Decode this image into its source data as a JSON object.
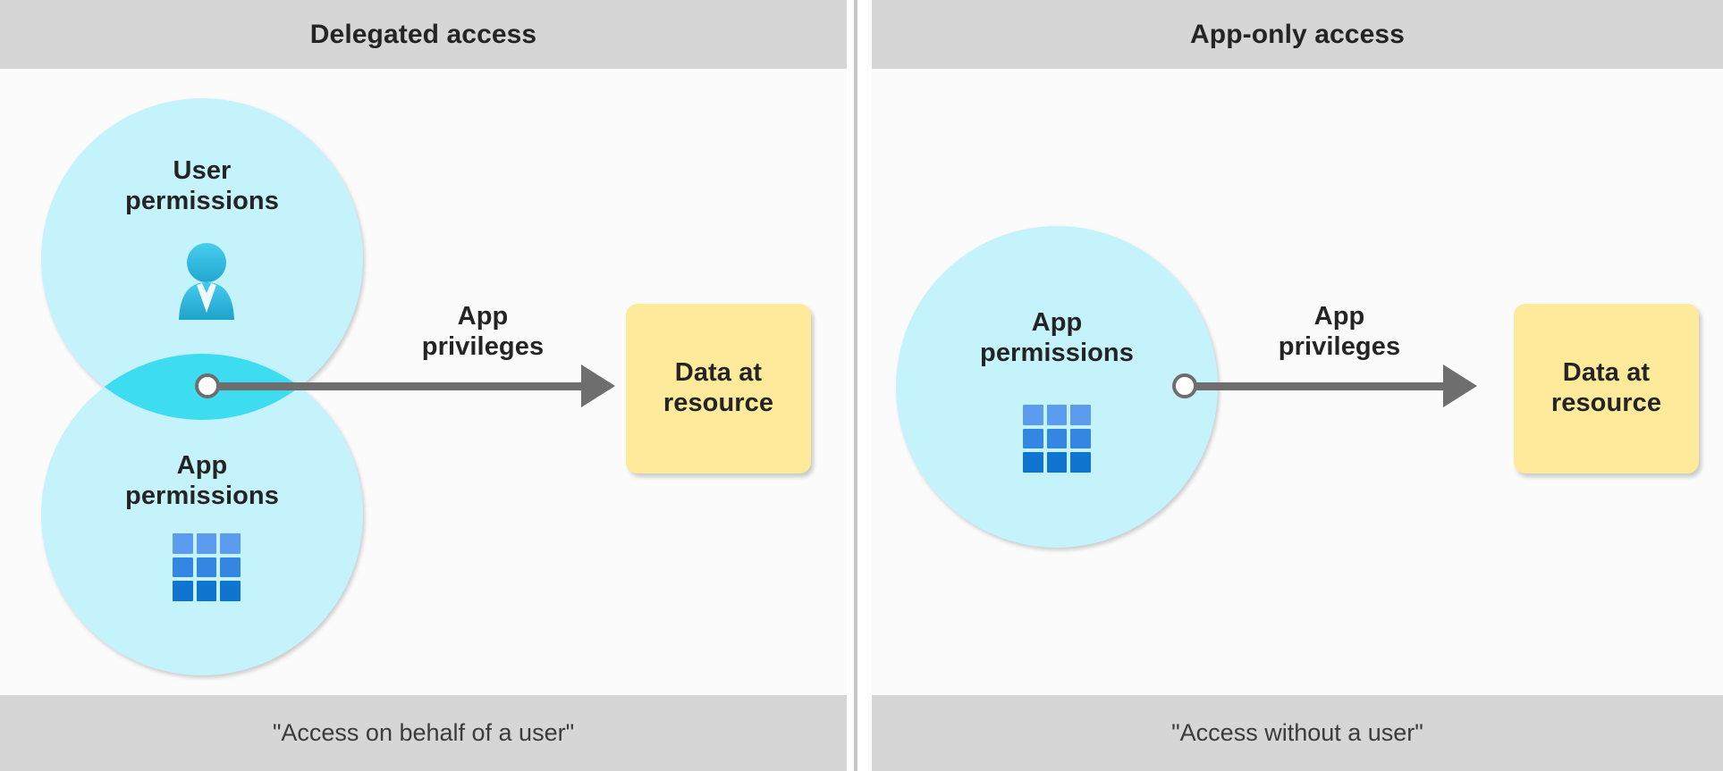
{
  "diagram": {
    "title_left": "Delegated access",
    "title_right": "App-only access",
    "caption_left": "\"Access on behalf of a user\"",
    "caption_right": "\"Access without a user\""
  },
  "panels": {
    "delegated": {
      "header": "Delegated access",
      "footer": "\"Access on behalf of a user\"",
      "circles": [
        {
          "label": "User\npermissions",
          "label_line1": "User",
          "label_line2": "permissions",
          "icon": "person-icon",
          "fill": "#c5f3fb"
        },
        {
          "label": "App\npermissions",
          "label_line1": "App",
          "label_line2": "permissions",
          "icon": "app-grid-icon",
          "fill": "#c5f3fb"
        }
      ],
      "overlap_fill": "#3ddcf1",
      "arrow_label_line1": "App",
      "arrow_label_line2": "privileges",
      "resource_line1": "Data at",
      "resource_line2": "resource",
      "resource_fill": "#fdeb9b"
    },
    "app_only": {
      "header": "App-only access",
      "footer": "\"Access without a user\"",
      "circles": [
        {
          "label": "App\npermissions",
          "label_line1": "App",
          "label_line2": "permissions",
          "icon": "app-grid-icon",
          "fill": "#c5f3fb"
        }
      ],
      "arrow_label_line1": "App",
      "arrow_label_line2": "privileges",
      "resource_line1": "Data at",
      "resource_line2": "resource",
      "resource_fill": "#fdeb9b"
    }
  },
  "colors": {
    "band_background": "#d6d6d6",
    "panel_background": "#fbfbfb",
    "circle_fill": "#c5f3fb",
    "overlap_fill": "#3ddcf1",
    "resource_fill": "#fdeb9b",
    "connector": "#6e6e6e",
    "text": "#242424",
    "person_icon": "#2ec0e4",
    "app_grid_icon_top": "#5b9cee",
    "app_grid_icon_bottom": "#0f75d0"
  }
}
